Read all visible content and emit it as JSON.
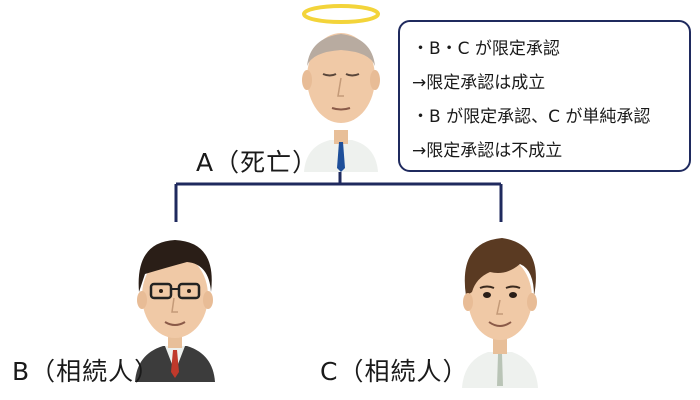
{
  "persons": {
    "a": {
      "label": "A（死亡）"
    },
    "b": {
      "label": "B（相続人）"
    },
    "c": {
      "label": "C（相続人）"
    }
  },
  "note": {
    "lines": [
      "・B・C が限定承認",
      "→限定承認は成立",
      "・B が限定承認、C が単純承認",
      "→限定承認は不成立"
    ]
  },
  "colors": {
    "line": "#1f2a5e",
    "halo": "#f3d43a",
    "skin": "#f0c9a6",
    "hair_dark": "#2a1e17",
    "hair_brown": "#5a3a22",
    "suit": "#3c3c3c",
    "shirt": "#eef1ee",
    "tie_a": "#1e4f9a",
    "tie_b": "#c0392b"
  }
}
